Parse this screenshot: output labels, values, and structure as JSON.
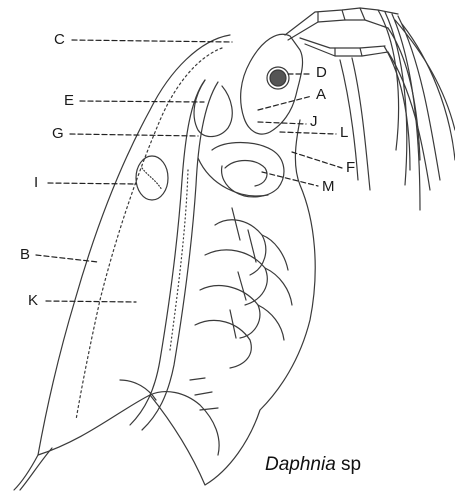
{
  "labels": {
    "A": "A",
    "B": "B",
    "C": "C",
    "D": "D",
    "E": "E",
    "F": "F",
    "G": "G",
    "I": "I",
    "J": "J",
    "K": "K",
    "L": "L",
    "M": "M"
  },
  "caption": {
    "genus": "Daphnia",
    "suffix": " sp"
  },
  "colors": {
    "ink": "#2a2a2a",
    "background": "#ffffff"
  }
}
